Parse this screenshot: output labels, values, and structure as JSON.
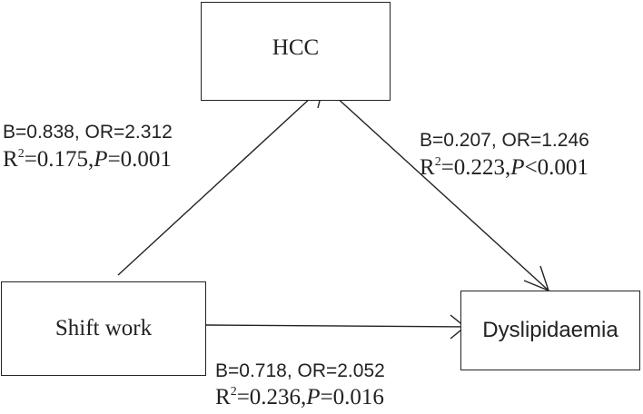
{
  "nodes": {
    "hcc": "HCC",
    "shift_work": "Shift work",
    "dyslipidaemia": "Dyslipidaemia"
  },
  "paths": {
    "shift_to_hcc": {
      "line1": "B=0.838, OR=2.312",
      "r2_prefix": "R",
      "r2_sup": "2",
      "r2_value": "=0.175,",
      "p_label": "P",
      "p_value": "=0.001"
    },
    "hcc_to_dys": {
      "line1": "B=0.207, OR=1.246",
      "r2_prefix": "R",
      "r2_sup": "2",
      "r2_value": "=0.223,",
      "p_label": "P",
      "p_value": "<0.001"
    },
    "shift_to_dys": {
      "line1": "B=0.718, OR=2.052",
      "r2_prefix": "R",
      "r2_sup": "2",
      "r2_value": "=0.236,",
      "p_label": "P",
      "p_value": "=0.016"
    }
  },
  "colors": {
    "stroke": "#222222",
    "text": "#222222",
    "background": "#ffffff"
  }
}
